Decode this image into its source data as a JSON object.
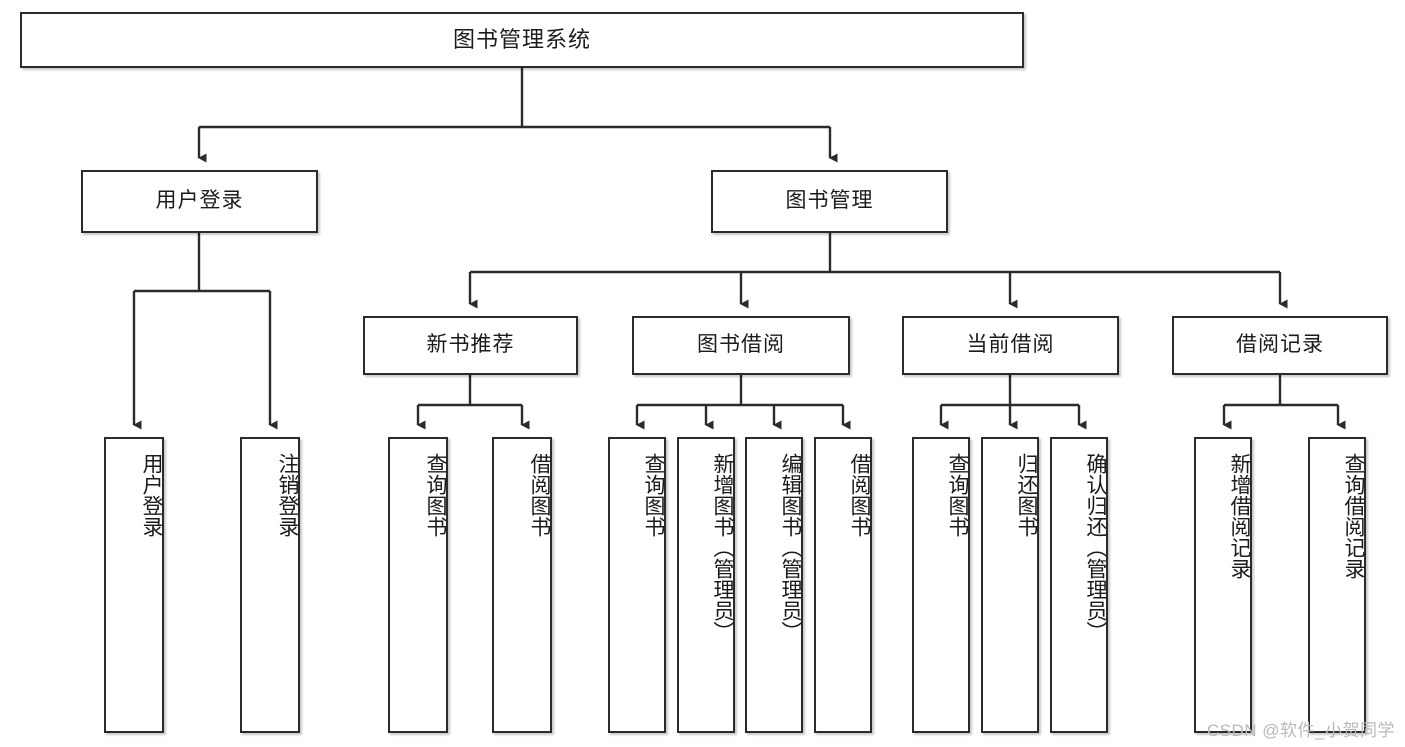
{
  "diagram": {
    "title": "图书管理系统",
    "type": "tree",
    "watermark": "CSDN @软件_小贺同学",
    "colors": {
      "border": "#2b2b2b",
      "background": "#ffffff",
      "text": "#1b1b1b",
      "wire": "#2b2b2b",
      "watermark": "#b9b9b9"
    },
    "levels": {
      "root": {
        "label": "图书管理系统"
      },
      "level2": [
        {
          "id": "user-login",
          "label": "用户登录"
        },
        {
          "id": "book-manage",
          "label": "图书管理"
        }
      ],
      "level3": [
        {
          "id": "new-book-rec",
          "label": "新书推荐",
          "parent": "book-manage"
        },
        {
          "id": "book-borrow",
          "label": "图书借阅",
          "parent": "book-manage"
        },
        {
          "id": "current-borrow",
          "label": "当前借阅",
          "parent": "book-manage"
        },
        {
          "id": "borrow-record",
          "label": "借阅记录",
          "parent": "book-manage"
        }
      ],
      "leaves": {
        "user-login": [
          {
            "id": "leaf-user-login",
            "label": "用户登录"
          },
          {
            "id": "leaf-user-logout",
            "label": "注销登录"
          }
        ],
        "new-book-rec": [
          {
            "id": "leaf-query-book-1",
            "label": "查询图书"
          },
          {
            "id": "leaf-borrow-book-1",
            "label": "借阅图书"
          }
        ],
        "book-borrow": [
          {
            "id": "leaf-query-book-2",
            "label": "查询图书"
          },
          {
            "id": "leaf-add-book",
            "label": "新增图书（管理员）"
          },
          {
            "id": "leaf-edit-book",
            "label": "编辑图书（管理员）"
          },
          {
            "id": "leaf-borrow-book-2",
            "label": "借阅图书"
          }
        ],
        "current-borrow": [
          {
            "id": "leaf-query-book-3",
            "label": "查询图书"
          },
          {
            "id": "leaf-return-book",
            "label": "归还图书"
          },
          {
            "id": "leaf-confirm-return",
            "label": "确认归还（管理员）"
          }
        ],
        "borrow-record": [
          {
            "id": "leaf-add-record",
            "label": "新增借阅记录"
          },
          {
            "id": "leaf-query-record",
            "label": "查询借阅记录"
          }
        ]
      }
    }
  }
}
